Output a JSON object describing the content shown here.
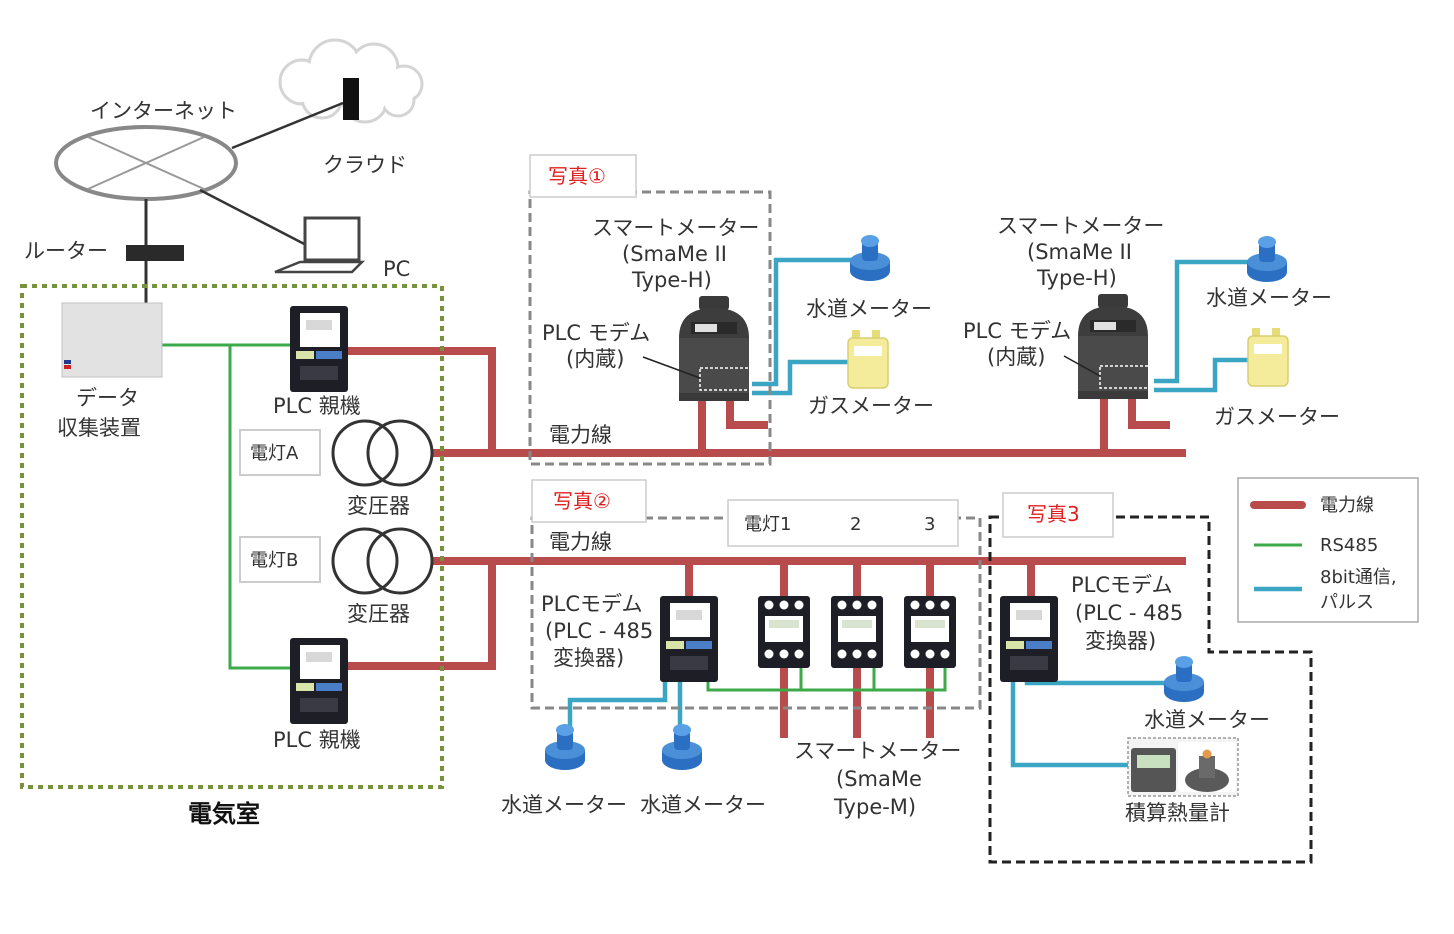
{
  "labels": {
    "internet": "インターネット",
    "cloud": "クラウド",
    "router": "ルーター",
    "pc": "PC",
    "data_collector": [
      "データ",
      "収集装置"
    ],
    "plc_master_top": "PLC 親機",
    "plc_master_bottom": "PLC 親機",
    "light_a": "電灯A",
    "light_b": "電灯B",
    "transformer_a": "変圧器",
    "transformer_b": "変圧器",
    "electric_room": "電気室",
    "photo1": "写真①",
    "photo2": "写真②",
    "photo3": "写真3",
    "smart_meter_h1": [
      "スマートメーター",
      "(SmaMe II",
      "Type-H)"
    ],
    "smart_meter_h2": [
      "スマートメーター",
      "(SmaMe II",
      "Type-H)"
    ],
    "plc_builtin1": [
      "PLC モデム",
      "(内蔵)"
    ],
    "plc_builtin2": [
      "PLC モデム",
      "(内蔵)"
    ],
    "water_meter_1": "水道メーター",
    "water_meter_2": "水道メーター",
    "gas_meter_1": "ガスメーター",
    "gas_meter_2": "ガスメーター",
    "power_line_1": "電力線",
    "power_line_2": "電力線",
    "lights_header": [
      "電灯1",
      "2",
      "3"
    ],
    "plc_485_a": [
      "PLCモデム",
      "(PLC - 485",
      "変換器)"
    ],
    "plc_485_b": [
      "PLCモデム",
      "(PLC - 485",
      "変換器)"
    ],
    "water_meter_3": "水道メーター",
    "water_meter_4": "水道メーター",
    "water_meter_5": "水道メーター",
    "smart_meter_m": [
      "スマートメーター",
      "(SmaMe",
      "Type-M)"
    ],
    "heat_meter": "積算熱量計"
  },
  "legend": [
    {
      "label": "電力線",
      "color": "#b84c4c"
    },
    {
      "label": "RS485",
      "color": "#3daa4a"
    },
    {
      "label": "8bit通信,",
      "label2": "パルス",
      "color": "#3aa6c4"
    }
  ],
  "colors": {
    "power_line": "#b84c4c",
    "rs485": "#3daa4a",
    "pulse": "#3aa6c4",
    "electric_room_border": "#77923c",
    "photo_label": "#e02020",
    "water_meter": "#2a6fc1",
    "gas_meter": "#f4ec9a"
  }
}
